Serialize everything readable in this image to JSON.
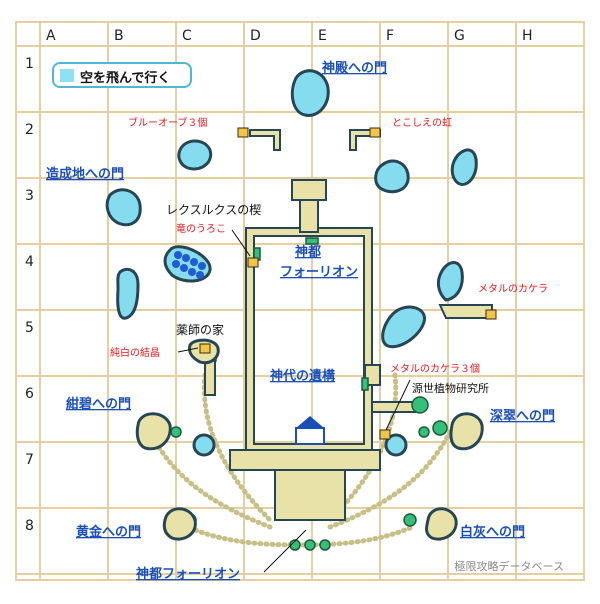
{
  "grid": {
    "columns": [
      "A",
      "B",
      "C",
      "D",
      "E",
      "F",
      "G",
      "H"
    ],
    "rows": [
      "1",
      "2",
      "3",
      "4",
      "5",
      "6",
      "7",
      "8"
    ]
  },
  "legend": {
    "label": "空を飛んで行く"
  },
  "labels": {
    "gate_shinden": "神殿への門",
    "gate_zousei": "造成地への門",
    "gate_konpeki": "紺碧への門",
    "gate_shinsui": "深翠への門",
    "gate_ougon": "黄金への門",
    "gate_hakkai": "白灰への門",
    "capital": "神都",
    "capital2": "フォーリオン",
    "capital_bottom": "神都フォーリオン",
    "ruins": "神代の遺構",
    "blue_orb": "ブルーオーブ３個",
    "tokoshie": "とこしえの虹",
    "rex_tree": "レクスルクスの楔",
    "dragon_scale": "竜のうろこ",
    "metal_frag": "メタルのカケラ",
    "metal_frag3": "メタルのカケラ３個",
    "herbalist": "薬師の家",
    "pure_crystal": "純白の結晶",
    "lab": "源世植物研究所"
  },
  "watermark": "極限攻略データベース",
  "colors": {
    "grid": "#e3cf9f",
    "land": "#86dcef",
    "land_stroke": "#274655",
    "path": "#e9e2a8",
    "link": "#1a4fb8",
    "red": "#e5161e"
  }
}
